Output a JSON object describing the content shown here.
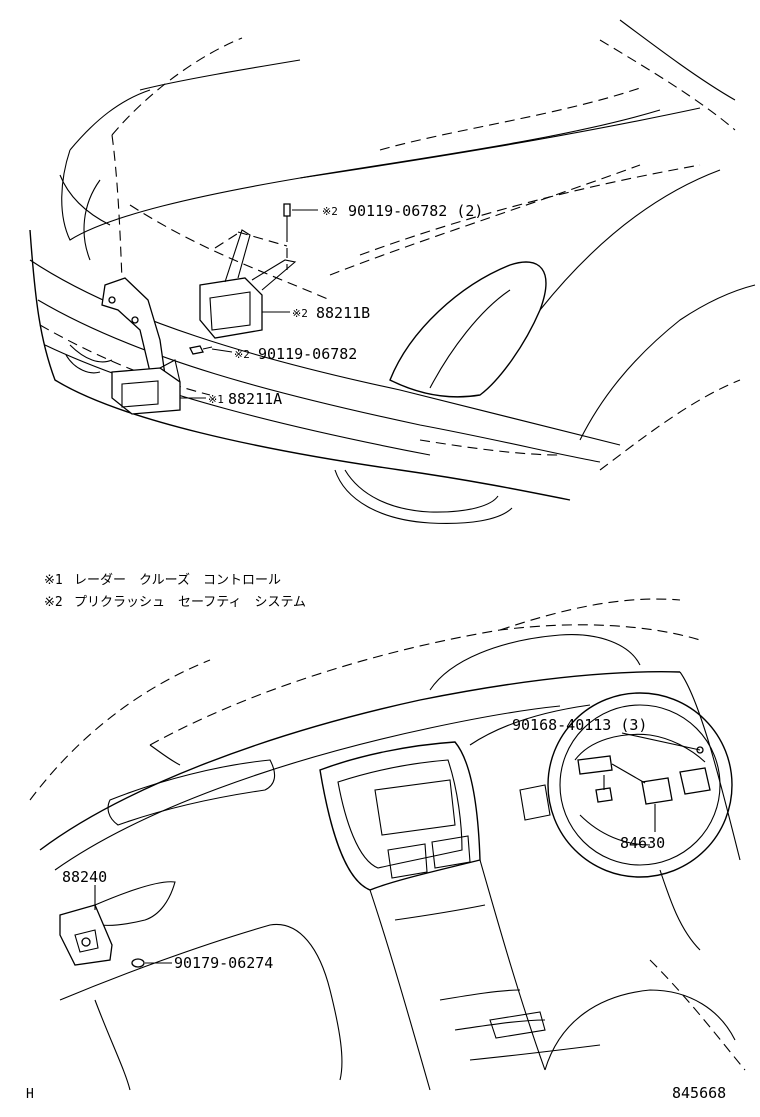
{
  "diagram": {
    "callouts_front": [
      {
        "marker": "※2",
        "part": "90119-06782 (2)"
      },
      {
        "marker": "※2",
        "part": "88211B"
      },
      {
        "marker": "※2",
        "part": "90119-06782"
      },
      {
        "marker": "※1",
        "part": "88211A"
      }
    ],
    "notes": [
      {
        "marker": "※1",
        "text": "レーダー　クルーズ　コントロール"
      },
      {
        "marker": "※2",
        "text": "プリクラッシュ　セーフティ　システム"
      }
    ],
    "callouts_interior": [
      {
        "part": "90168-40113 (3)"
      },
      {
        "part": "84630"
      },
      {
        "part": "88240"
      },
      {
        "part": "90179-06274"
      }
    ],
    "footer": {
      "left": "H",
      "right": "845668"
    }
  }
}
